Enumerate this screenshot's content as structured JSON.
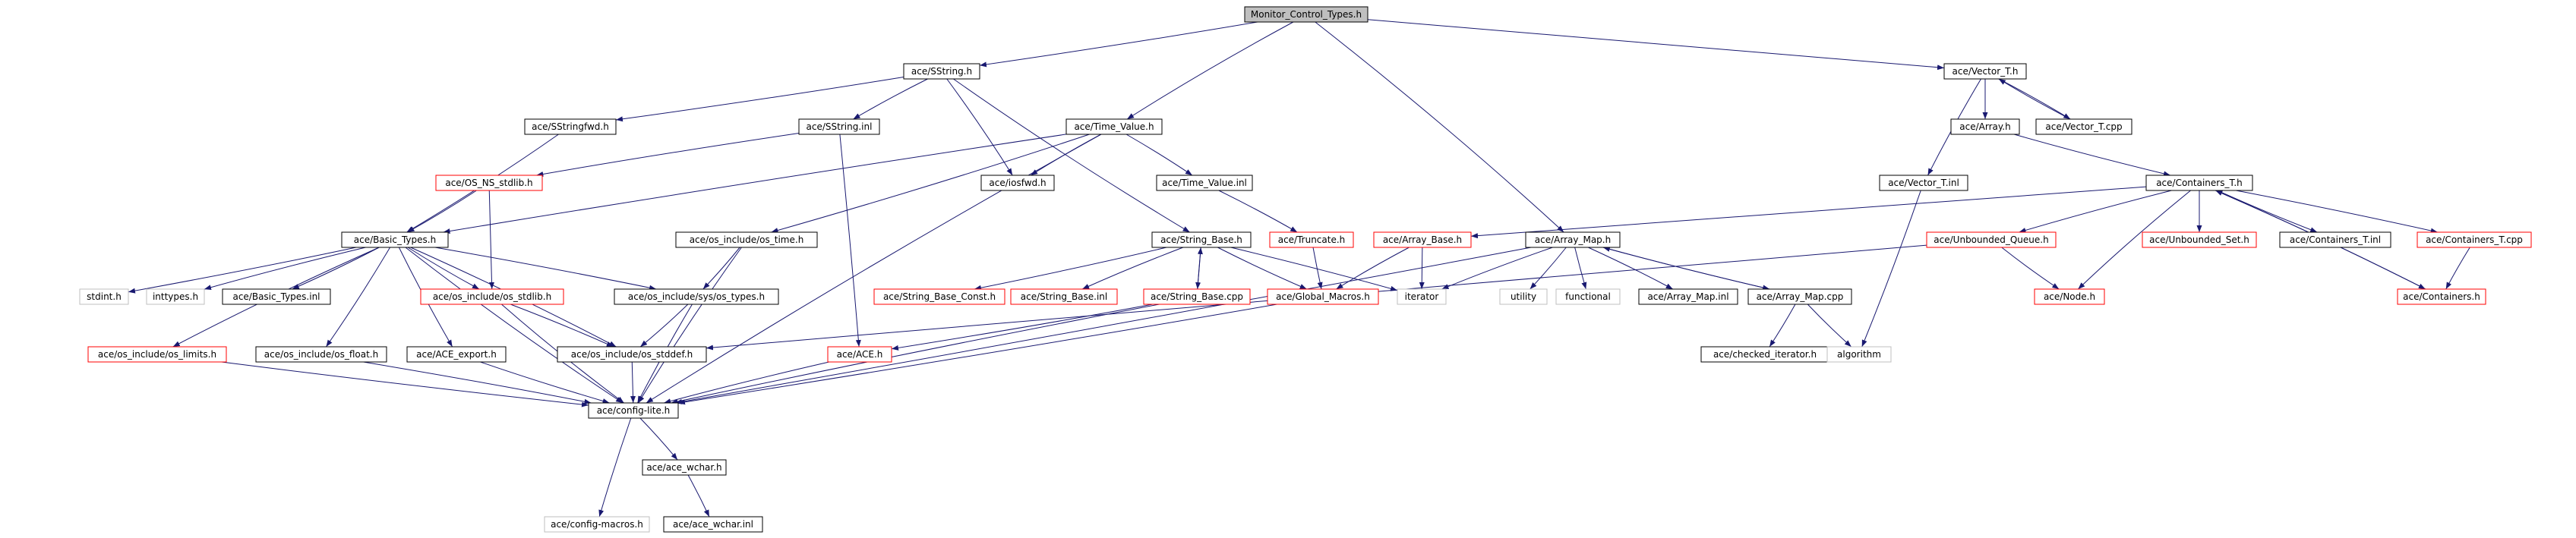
{
  "colors": {
    "edge": "#191970",
    "root_fill": "#bfbfbf",
    "normal_border": "#000000",
    "missing_border": "#ff0000",
    "system_border": "#bfbfbf"
  },
  "nodes": [
    {
      "id": "root",
      "label": "Monitor_Control_Types.h",
      "style": "root"
    },
    {
      "id": "sstring_h",
      "label": "ace/SString.h",
      "style": "normal"
    },
    {
      "id": "time_value_h",
      "label": "ace/Time_Value.h",
      "style": "normal"
    },
    {
      "id": "vector_t_h",
      "label": "ace/Vector_T.h",
      "style": "normal"
    },
    {
      "id": "sstringfwd_h",
      "label": "ace/SStringfwd.h",
      "style": "normal"
    },
    {
      "id": "sstring_inl",
      "label": "ace/SString.inl",
      "style": "normal"
    },
    {
      "id": "iosfwd_h",
      "label": "ace/iosfwd.h",
      "style": "normal"
    },
    {
      "id": "time_value_inl",
      "label": "ace/Time_Value.inl",
      "style": "normal"
    },
    {
      "id": "array_h",
      "label": "ace/Array.h",
      "style": "normal"
    },
    {
      "id": "vector_t_cpp",
      "label": "ace/Vector_T.cpp",
      "style": "normal"
    },
    {
      "id": "os_ns_stdlib_h",
      "label": "ace/OS_NS_stdlib.h",
      "style": "missing"
    },
    {
      "id": "vector_t_inl",
      "label": "ace/Vector_T.inl",
      "style": "normal"
    },
    {
      "id": "containers_t_h",
      "label": "ace/Containers_T.h",
      "style": "normal"
    },
    {
      "id": "truncate_h",
      "label": "ace/Truncate.h",
      "style": "missing"
    },
    {
      "id": "basic_types_h",
      "label": "ace/Basic_Types.h",
      "style": "normal"
    },
    {
      "id": "os_time_h",
      "label": "ace/os_include/os_time.h",
      "style": "normal"
    },
    {
      "id": "string_base_h",
      "label": "ace/String_Base.h",
      "style": "normal"
    },
    {
      "id": "array_base_h",
      "label": "ace/Array_Base.h",
      "style": "missing"
    },
    {
      "id": "array_map_h",
      "label": "ace/Array_Map.h",
      "style": "normal"
    },
    {
      "id": "unbounded_queue_h",
      "label": "ace/Unbounded_Queue.h",
      "style": "missing"
    },
    {
      "id": "unbounded_set_h",
      "label": "ace/Unbounded_Set.h",
      "style": "missing"
    },
    {
      "id": "containers_t_inl",
      "label": "ace/Containers_T.inl",
      "style": "normal"
    },
    {
      "id": "containers_t_cpp",
      "label": "ace/Containers_T.cpp",
      "style": "missing"
    },
    {
      "id": "stdint_h",
      "label": "stdint.h",
      "style": "system"
    },
    {
      "id": "inttypes_h",
      "label": "inttypes.h",
      "style": "system"
    },
    {
      "id": "basic_types_inl",
      "label": "ace/Basic_Types.inl",
      "style": "normal"
    },
    {
      "id": "os_stdlib_h",
      "label": "ace/os_include/os_stdlib.h",
      "style": "missing"
    },
    {
      "id": "os_types_h",
      "label": "ace/os_include/sys/os_types.h",
      "style": "normal"
    },
    {
      "id": "string_base_const_h",
      "label": "ace/String_Base_Const.h",
      "style": "missing"
    },
    {
      "id": "string_base_inl",
      "label": "ace/String_Base.inl",
      "style": "missing"
    },
    {
      "id": "string_base_cpp",
      "label": "ace/String_Base.cpp",
      "style": "missing"
    },
    {
      "id": "global_macros_h",
      "label": "ace/Global_Macros.h",
      "style": "missing"
    },
    {
      "id": "iterator",
      "label": "iterator",
      "style": "system"
    },
    {
      "id": "utility",
      "label": "utility",
      "style": "system"
    },
    {
      "id": "functional",
      "label": "functional",
      "style": "system"
    },
    {
      "id": "array_map_inl",
      "label": "ace/Array_Map.inl",
      "style": "normal"
    },
    {
      "id": "array_map_cpp",
      "label": "ace/Array_Map.cpp",
      "style": "normal"
    },
    {
      "id": "node_h",
      "label": "ace/Node.h",
      "style": "missing"
    },
    {
      "id": "containers_h",
      "label": "ace/Containers.h",
      "style": "missing"
    },
    {
      "id": "os_limits_h",
      "label": "ace/os_include/os_limits.h",
      "style": "missing"
    },
    {
      "id": "os_float_h",
      "label": "ace/os_include/os_float.h",
      "style": "normal"
    },
    {
      "id": "ace_export_h",
      "label": "ace/ACE_export.h",
      "style": "normal"
    },
    {
      "id": "os_stddef_h",
      "label": "ace/os_include/os_stddef.h",
      "style": "normal"
    },
    {
      "id": "ace_h",
      "label": "ace/ACE.h",
      "style": "missing"
    },
    {
      "id": "checked_iterator_h",
      "label": "ace/checked_iterator.h",
      "style": "normal"
    },
    {
      "id": "algorithm",
      "label": "algorithm",
      "style": "system"
    },
    {
      "id": "config_lite_h",
      "label": "ace/config-lite.h",
      "style": "normal"
    },
    {
      "id": "ace_wchar_h",
      "label": "ace/ace_wchar.h",
      "style": "normal"
    },
    {
      "id": "config_macros_h",
      "label": "ace/config-macros.h",
      "style": "system"
    },
    {
      "id": "ace_wchar_inl",
      "label": "ace/ace_wchar.inl",
      "style": "normal"
    }
  ],
  "edges": [
    [
      "root",
      "sstring_h"
    ],
    [
      "root",
      "time_value_h"
    ],
    [
      "root",
      "array_map_h"
    ],
    [
      "root",
      "vector_t_h"
    ],
    [
      "sstring_h",
      "sstringfwd_h"
    ],
    [
      "sstring_h",
      "sstring_inl"
    ],
    [
      "sstring_h",
      "iosfwd_h"
    ],
    [
      "sstring_h",
      "string_base_h"
    ],
    [
      "sstringfwd_h",
      "basic_types_h"
    ],
    [
      "sstring_inl",
      "os_ns_stdlib_h"
    ],
    [
      "sstring_inl",
      "ace_h"
    ],
    [
      "time_value_h",
      "iosfwd_h"
    ],
    [
      "time_value_h",
      "time_value_inl"
    ],
    [
      "time_value_h",
      "basic_types_h"
    ],
    [
      "time_value_h",
      "os_time_h"
    ],
    [
      "time_value_h",
      "config_lite_h"
    ],
    [
      "time_value_inl",
      "truncate_h"
    ],
    [
      "truncate_h",
      "global_macros_h"
    ],
    [
      "os_ns_stdlib_h",
      "basic_types_h"
    ],
    [
      "os_ns_stdlib_h",
      "os_stdlib_h"
    ],
    [
      "basic_types_h",
      "stdint_h"
    ],
    [
      "basic_types_h",
      "inttypes_h"
    ],
    [
      "basic_types_h",
      "basic_types_inl"
    ],
    [
      "basic_types_h",
      "os_stdlib_h"
    ],
    [
      "basic_types_h",
      "os_types_h"
    ],
    [
      "basic_types_h",
      "os_limits_h"
    ],
    [
      "basic_types_h",
      "os_float_h"
    ],
    [
      "basic_types_h",
      "ace_export_h"
    ],
    [
      "basic_types_h",
      "os_stddef_h"
    ],
    [
      "basic_types_h",
      "config_lite_h"
    ],
    [
      "os_time_h",
      "os_types_h"
    ],
    [
      "os_time_h",
      "config_lite_h"
    ],
    [
      "os_stdlib_h",
      "os_stddef_h"
    ],
    [
      "os_stdlib_h",
      "config_lite_h"
    ],
    [
      "os_types_h",
      "os_stddef_h"
    ],
    [
      "os_types_h",
      "config_lite_h"
    ],
    [
      "string_base_h",
      "string_base_const_h"
    ],
    [
      "string_base_h",
      "string_base_inl"
    ],
    [
      "string_base_h",
      "string_base_cpp"
    ],
    [
      "string_base_h",
      "global_macros_h"
    ],
    [
      "string_base_h",
      "iterator"
    ],
    [
      "string_base_cpp",
      "string_base_h"
    ],
    [
      "string_base_cpp",
      "ace_h"
    ],
    [
      "string_base_cpp",
      "config_lite_h"
    ],
    [
      "global_macros_h",
      "config_lite_h"
    ],
    [
      "array_map_h",
      "iterator"
    ],
    [
      "array_map_h",
      "utility"
    ],
    [
      "array_map_h",
      "functional"
    ],
    [
      "array_map_h",
      "array_map_inl"
    ],
    [
      "array_map_h",
      "array_map_cpp"
    ],
    [
      "array_map_h",
      "config_lite_h"
    ],
    [
      "array_map_cpp",
      "array_map_h"
    ],
    [
      "array_map_cpp",
      "checked_iterator_h"
    ],
    [
      "array_map_cpp",
      "algorithm"
    ],
    [
      "vector_t_h",
      "array_h"
    ],
    [
      "vector_t_h",
      "vector_t_inl"
    ],
    [
      "vector_t_h",
      "vector_t_cpp"
    ],
    [
      "vector_t_cpp",
      "vector_t_h"
    ],
    [
      "vector_t_inl",
      "algorithm"
    ],
    [
      "array_h",
      "containers_t_h"
    ],
    [
      "containers_t_h",
      "array_base_h"
    ],
    [
      "containers_t_h",
      "unbounded_queue_h"
    ],
    [
      "containers_t_h",
      "unbounded_set_h"
    ],
    [
      "containers_t_h",
      "containers_t_inl"
    ],
    [
      "containers_t_h",
      "containers_t_cpp"
    ],
    [
      "containers_t_h",
      "node_h"
    ],
    [
      "containers_t_h",
      "containers_h"
    ],
    [
      "array_base_h",
      "global_macros_h"
    ],
    [
      "array_base_h",
      "iterator"
    ],
    [
      "unbounded_queue_h",
      "node_h"
    ],
    [
      "unbounded_queue_h",
      "os_stddef_h"
    ],
    [
      "containers_t_cpp",
      "containers_h"
    ],
    [
      "containers_h",
      "containers_t_h"
    ],
    [
      "os_limits_h",
      "config_lite_h"
    ],
    [
      "os_float_h",
      "config_lite_h"
    ],
    [
      "ace_export_h",
      "config_lite_h"
    ],
    [
      "os_stddef_h",
      "config_lite_h"
    ],
    [
      "ace_h",
      "config_lite_h"
    ],
    [
      "config_lite_h",
      "ace_wchar_h"
    ],
    [
      "config_lite_h",
      "config_macros_h"
    ],
    [
      "ace_wchar_h",
      "ace_wchar_inl"
    ]
  ]
}
